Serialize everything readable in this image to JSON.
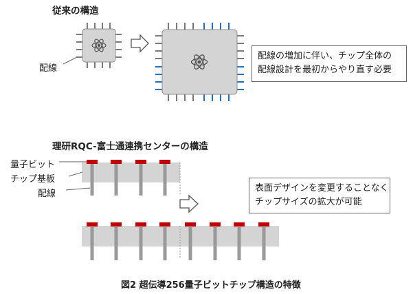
{
  "top_heading": "従来の構造",
  "top_wire_label": "配線",
  "top_note": [
    "配線の増加に伴い、チップ全体の",
    "配線設計を最初からやり直す必要"
  ],
  "bottom_heading": "理研RQC-富士通連携センターの構造",
  "bottom_labels": {
    "qubit": "量子ビット",
    "substrate": "チップ基板",
    "wire": "配線"
  },
  "bottom_note": [
    "表面デザインを変更することなく",
    "チップサイズの拡大が可能"
  ],
  "caption": "図2 超伝導256量子ビットチップ構造の特徴",
  "colors": {
    "chip_fill": "#d4d4d4",
    "chip_border": "#8c8c8c",
    "pin_gray": "#7a7a7a",
    "pin_blue": "#1f6fc2",
    "qubit_red": "#c00000",
    "wire_gray": "#999999"
  },
  "icons": [
    "atom-icon",
    "arrow-right-icon"
  ]
}
